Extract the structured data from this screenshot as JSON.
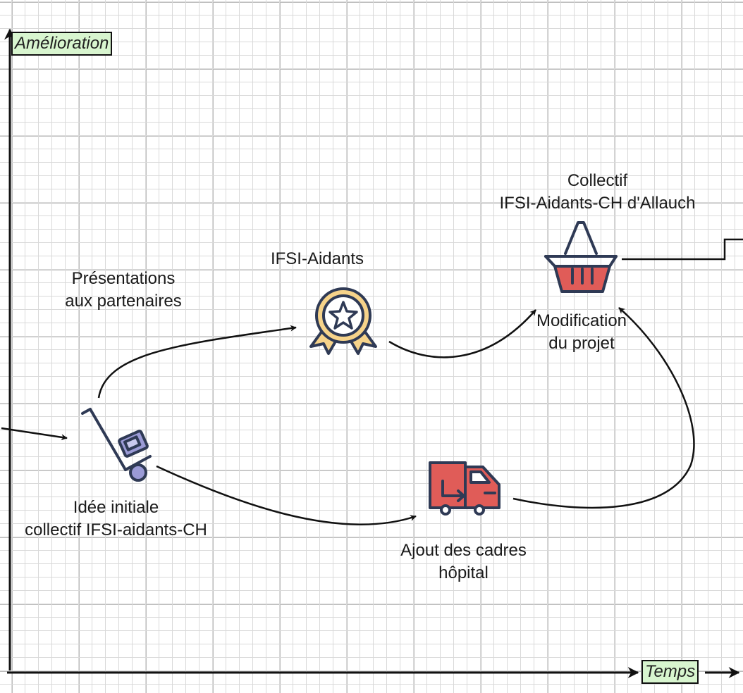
{
  "axes": {
    "y_label": "Amélioration",
    "x_label": "Temps"
  },
  "nodes": {
    "idee": {
      "label": "Idée initiale\ncollectif IFSI-aidants-CH",
      "icon": "hand-truck-icon"
    },
    "presentations": {
      "label": "Présentations\naux partenaires"
    },
    "ifsi": {
      "label": "IFSI-Aidants",
      "icon": "award-badge-icon"
    },
    "collectif": {
      "label": "Collectif\nIFSI-Aidants-CH d'Allauch",
      "icon": "shopping-basket-icon"
    },
    "modification": {
      "label": "Modification\ndu projet"
    },
    "ajout": {
      "label": "Ajout des cadres\nhôpital",
      "icon": "delivery-truck-icon"
    }
  },
  "colors": {
    "outline": "#2f3a55",
    "red": "#e05c58",
    "yellow": "#f6d38a",
    "lavender": "#9b9bd6",
    "axis_tag_fill": "#d8f5cf"
  }
}
